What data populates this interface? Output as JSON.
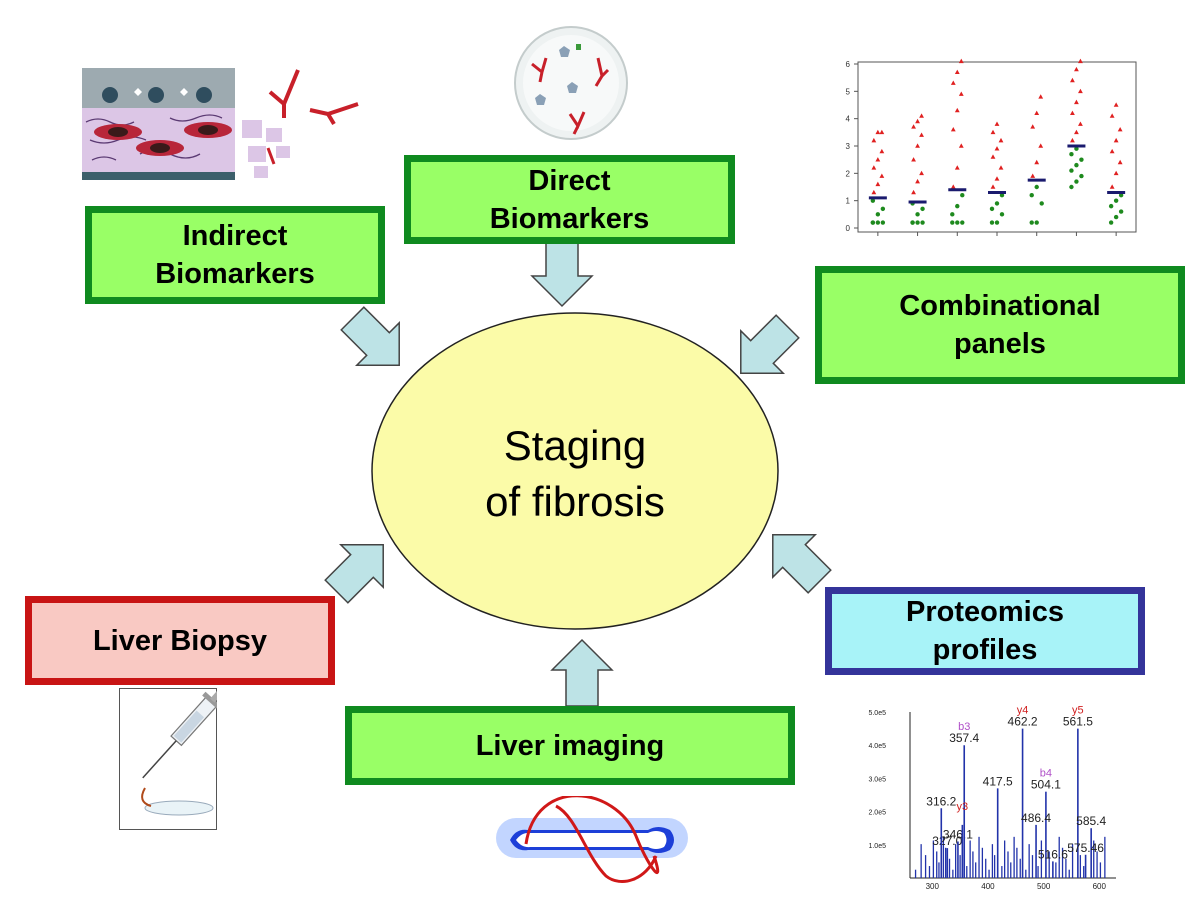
{
  "center": {
    "label": "Staging\nof fibrosis",
    "fill": "#fbfba8"
  },
  "boxes": {
    "indirect": "Indirect\nBiomarkers",
    "direct": "Direct\nBiomarkers",
    "combinational": "Combinational\npanels",
    "liver_biopsy": "Liver Biopsy",
    "liver_imaging": "Liver imaging",
    "proteomics": "Proteomics\nprofiles"
  },
  "colors": {
    "green_fill": "#99ff66",
    "green_border": "#0f8a1f",
    "red_fill": "#f9c9c3",
    "red_border": "#c81414",
    "blue_fill": "#a8f3f8",
    "blue_border": "#34349a",
    "arrow_fill": "#bde3e6"
  },
  "icons": [
    "liver-tissue-icon",
    "antibody-dish-icon",
    "dot-plot-icon",
    "syringe-icon",
    "body-scan-icon",
    "mass-spectrum-icon"
  ],
  "dot_plot": {
    "y_ticks": [
      "0",
      "1",
      "2",
      "3",
      "4",
      "5",
      "6"
    ],
    "y_range": [
      0,
      6
    ],
    "groups": [
      {
        "median": 1.1,
        "red": [
          1.3,
          1.6,
          1.9,
          2.2,
          2.5,
          2.8,
          3.2,
          3.5,
          3.5
        ],
        "green": [
          0.2,
          0.2,
          0.2,
          0.2,
          0.5,
          0.7,
          1.0
        ]
      },
      {
        "median": 0.95,
        "red": [
          1.3,
          1.7,
          2.0,
          2.5,
          3.0,
          3.4,
          3.7,
          3.9,
          4.1
        ],
        "green": [
          0.2,
          0.2,
          0.2,
          0.2,
          0.5,
          0.7,
          0.9
        ]
      },
      {
        "median": 1.4,
        "red": [
          1.5,
          2.2,
          3.0,
          3.6,
          4.3,
          4.9,
          5.3,
          5.7,
          6.1
        ],
        "green": [
          0.2,
          0.2,
          0.2,
          0.5,
          0.8,
          1.2
        ]
      },
      {
        "median": 1.3,
        "red": [
          1.5,
          1.8,
          2.2,
          2.6,
          2.9,
          3.2,
          3.5,
          3.8
        ],
        "green": [
          0.2,
          0.2,
          0.5,
          0.7,
          0.9,
          1.2
        ]
      },
      {
        "median": 1.75,
        "red": [
          1.9,
          2.4,
          3.0,
          3.7,
          4.2,
          4.8
        ],
        "green": [
          0.2,
          0.2,
          0.9,
          1.2,
          1.5
        ]
      },
      {
        "median": 3.0,
        "red": [
          3.2,
          3.5,
          3.8,
          4.2,
          4.6,
          5.0,
          5.4,
          5.8,
          6.1
        ],
        "green": [
          1.5,
          1.7,
          1.9,
          2.1,
          2.3,
          2.5,
          2.7,
          2.9
        ]
      },
      {
        "median": 1.3,
        "red": [
          1.5,
          2.0,
          2.4,
          2.8,
          3.2,
          3.6,
          4.1,
          4.5
        ],
        "green": [
          0.2,
          0.4,
          0.6,
          0.8,
          1.0,
          1.2
        ]
      }
    ]
  },
  "spectrum": {
    "y_ticks": [
      "5.0e5",
      "4.0e5",
      "3.0e5",
      "2.0e5",
      "1.0e5"
    ],
    "x_ticks": [
      "300",
      "400",
      "500",
      "600"
    ],
    "x_range": [
      260,
      630
    ],
    "y_range": [
      0,
      5.0
    ],
    "peaks": [
      {
        "x": 327.0,
        "label": "327.0",
        "ion": "",
        "h": 0.9
      },
      {
        "x": 346.1,
        "label": "346.1",
        "ion": "",
        "h": 1.1
      },
      {
        "x": 316.2,
        "label": "316.2",
        "ion": "",
        "h": 2.1
      },
      {
        "x": 357.4,
        "label": "357.4",
        "ion": "b3",
        "h": 4.0
      },
      {
        "x": 354.0,
        "label": "",
        "ion": "y3",
        "h": 1.6
      },
      {
        "x": 417.5,
        "label": "417.5",
        "ion": "",
        "h": 2.7
      },
      {
        "x": 462.2,
        "label": "462.2",
        "ion": "y4",
        "h": 4.5
      },
      {
        "x": 504.1,
        "label": "504.1",
        "ion": "b4",
        "h": 2.6
      },
      {
        "x": 486.4,
        "label": "486.4",
        "ion": "",
        "h": 1.6
      },
      {
        "x": 516.6,
        "label": "516.6",
        "ion": "",
        "h": 0.5
      },
      {
        "x": 561.5,
        "label": "561.5",
        "ion": "y5",
        "h": 4.5
      },
      {
        "x": 585.4,
        "label": "585.4",
        "ion": "",
        "h": 1.5
      },
      {
        "x": 575.4,
        "label": "575.46",
        "ion": "",
        "h": 0.7
      }
    ],
    "noise": [
      270,
      280,
      288,
      295,
      302,
      308,
      312,
      320,
      324,
      331,
      337,
      342,
      350,
      362,
      368,
      373,
      378,
      384,
      390,
      396,
      402,
      408,
      412,
      425,
      430,
      436,
      441,
      447,
      452,
      458,
      468,
      474,
      480,
      490,
      496,
      510,
      522,
      528,
      534,
      540,
      546,
      552,
      566,
      572,
      590,
      596,
      602,
      610
    ]
  }
}
